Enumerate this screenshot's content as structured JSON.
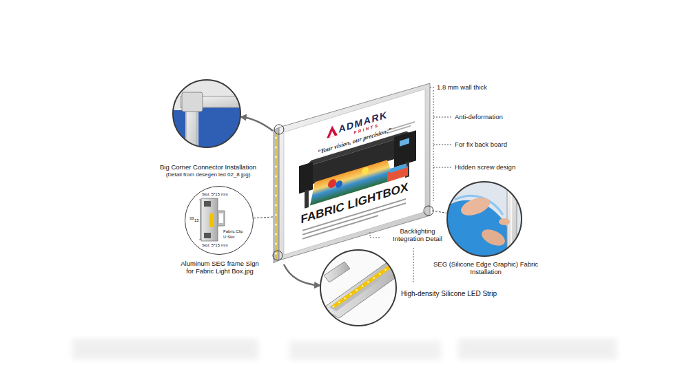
{
  "diagram": {
    "nodes": [
      {
        "text": [
          "ADMARK",
          "PRINTS",
          "“Your vision, our precision.”",
          "FABRIC LIGHTBOX"
        ]
      },
      {
        "text": [
          "Big Corner Connector Installation",
          "(Detail from desegen led 02_8 jpg)"
        ]
      },
      {
        "text": [
          "Slot: 5*15 mm",
          "33",
          "15",
          "Fabric Clip",
          "U Slot",
          "Slot: 5*15 mm",
          "Aluminum SEG frame Sign for Fabric Light Box.jpg"
        ]
      },
      {
        "text": [
          "High-density Silicone LED Strip"
        ]
      },
      {
        "text": [
          "SEG (Silicone Edge Graphic) Fabric Installation"
        ]
      }
    ],
    "edges": [
      {
        "from": 0,
        "to": 1,
        "arrow": "to"
      },
      {
        "from": 0,
        "to": 2,
        "arrow": "none"
      },
      {
        "from": 0,
        "to": 3,
        "arrow": "to"
      },
      {
        "from": 0,
        "to": 4,
        "arrow": "none"
      }
    ],
    "labels": [
      "1.8 mm wall thick",
      "Anti-deformation",
      "For fix back board",
      "Hidden screw design",
      "Backlighting Integration Detail"
    ]
  }
}
